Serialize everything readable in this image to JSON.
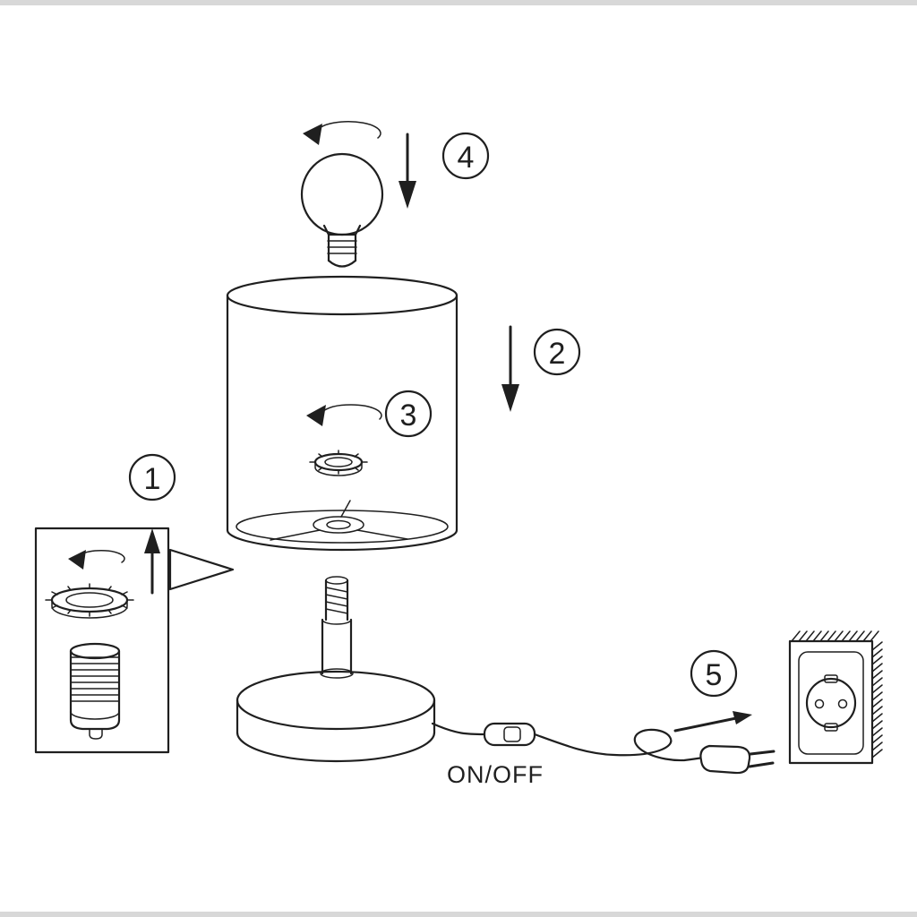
{
  "page": {
    "colors": {
      "line": "#1f1f1f",
      "background": "#ffffff",
      "letterbox": "#d8d8d8"
    }
  },
  "diagram": {
    "kind": "table-lamp-assembly-instructions",
    "steps": [
      "1",
      "2",
      "3",
      "4",
      "5"
    ],
    "switch_label": "ON/OFF"
  }
}
